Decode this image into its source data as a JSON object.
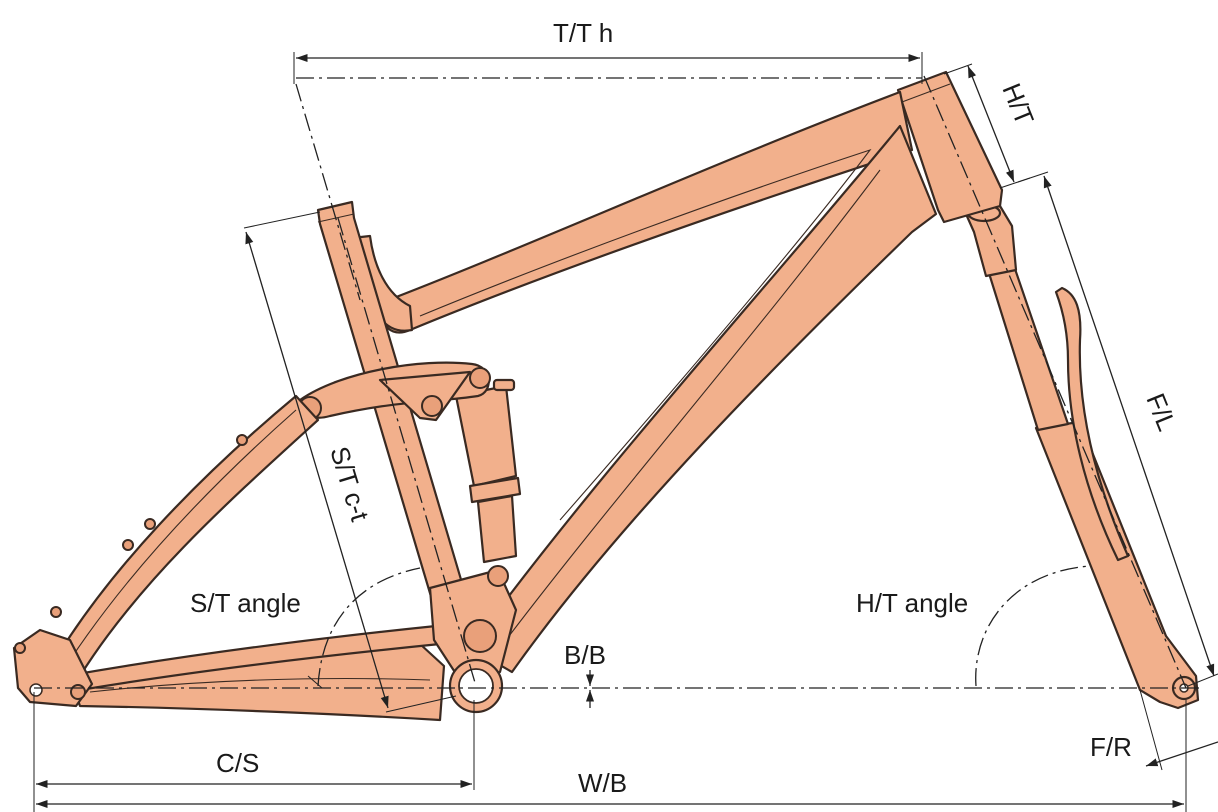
{
  "labels": {
    "top_tube_horizontal": "T/T h",
    "head_tube": "H/T",
    "fork_length": "F/L",
    "seat_tube_ct": "S/T c-t",
    "seat_tube_angle": "S/T angle",
    "head_tube_angle": "H/T angle",
    "bottom_bracket": "B/B",
    "chainstay": "C/S",
    "wheelbase": "W/B",
    "fork_rake": "F/R"
  },
  "colors": {
    "frame_fill": "#f2b08c",
    "frame_outline": "#3a2a22",
    "dimension_line": "#222222",
    "background": "#ffffff"
  }
}
